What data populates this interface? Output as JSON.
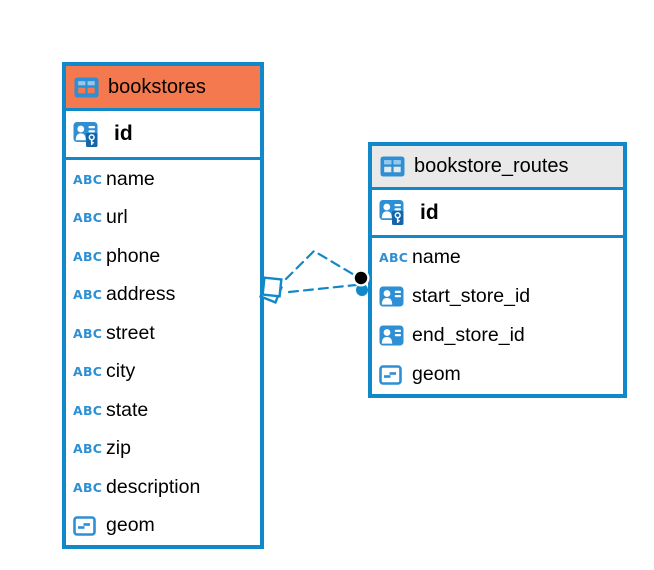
{
  "diagram": {
    "tables": [
      {
        "name": "bookstores",
        "highlighted": true,
        "header_color": "#f4794e",
        "primary_key": {
          "name": "id",
          "type": "primary-key"
        },
        "fields": [
          {
            "name": "name",
            "type": "text"
          },
          {
            "name": "url",
            "type": "text"
          },
          {
            "name": "phone",
            "type": "text"
          },
          {
            "name": "address",
            "type": "text"
          },
          {
            "name": "street",
            "type": "text"
          },
          {
            "name": "city",
            "type": "text"
          },
          {
            "name": "state",
            "type": "text"
          },
          {
            "name": "zip",
            "type": "text"
          },
          {
            "name": "description",
            "type": "text"
          },
          {
            "name": "geom",
            "type": "geometry"
          }
        ]
      },
      {
        "name": "bookstore_routes",
        "highlighted": false,
        "header_color": "#e9e9e9",
        "primary_key": {
          "name": "id",
          "type": "primary-key"
        },
        "fields": [
          {
            "name": "name",
            "type": "text"
          },
          {
            "name": "start_store_id",
            "type": "foreign-key"
          },
          {
            "name": "end_store_id",
            "type": "foreign-key"
          },
          {
            "name": "geom",
            "type": "geometry"
          }
        ]
      }
    ],
    "connections": {
      "count": 2,
      "style": "dashed",
      "color": "#1088c9",
      "left_marker": "diamond",
      "right_marker": "dot"
    },
    "icons": {
      "text_type_glyph": "ABC"
    },
    "colors": {
      "table_border": "#1088c9",
      "highlighted_header": "#f4794e",
      "plain_header": "#e9e9e9",
      "icon_blue": "#2e8fd4",
      "icon_cell_light": "#92c9ed",
      "key_badge_blue": "#1566a9",
      "endpoint_dot": "#000000",
      "text": "#000000",
      "background": "#ffffff"
    }
  }
}
